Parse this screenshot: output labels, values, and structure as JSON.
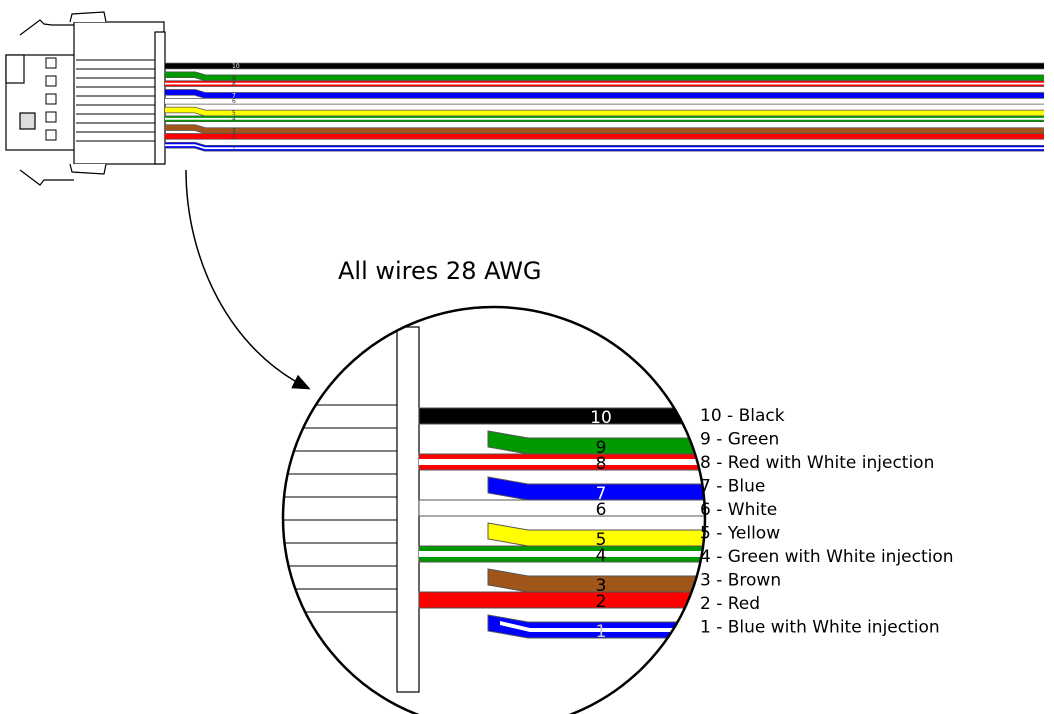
{
  "title": "All wires 28 AWG",
  "wires": [
    {
      "pin": "10",
      "label": "10 - Black",
      "color": "#000000",
      "stripe": null,
      "num_color": "#ffffff"
    },
    {
      "pin": "9",
      "label": "9 - Green",
      "color": "#009900",
      "stripe": null,
      "num_color": "#000000"
    },
    {
      "pin": "8",
      "label": "8 - Red with White injection",
      "color": "#ff0000",
      "stripe": "#ffffff",
      "num_color": "#000000"
    },
    {
      "pin": "7",
      "label": "7 - Blue",
      "color": "#0000ff",
      "stripe": null,
      "num_color": "#ffffff"
    },
    {
      "pin": "6",
      "label": "6 - White",
      "color": "#ffffff",
      "stripe": null,
      "num_color": "#000000"
    },
    {
      "pin": "5",
      "label": "5 - Yellow",
      "color": "#ffff00",
      "stripe": null,
      "num_color": "#000000"
    },
    {
      "pin": "4",
      "label": "4 - Green with White injection",
      "color": "#009900",
      "stripe": "#ffffff",
      "num_color": "#000000"
    },
    {
      "pin": "3",
      "label": "3 - Brown",
      "color": "#a0561a",
      "stripe": null,
      "num_color": "#000000"
    },
    {
      "pin": "2",
      "label": "2 - Red",
      "color": "#ff0000",
      "stripe": null,
      "num_color": "#000000"
    },
    {
      "pin": "1",
      "label": "1 - Blue with White injection",
      "color": "#0000ff",
      "stripe": "#ffffff",
      "num_color": "#cccccc"
    }
  ]
}
